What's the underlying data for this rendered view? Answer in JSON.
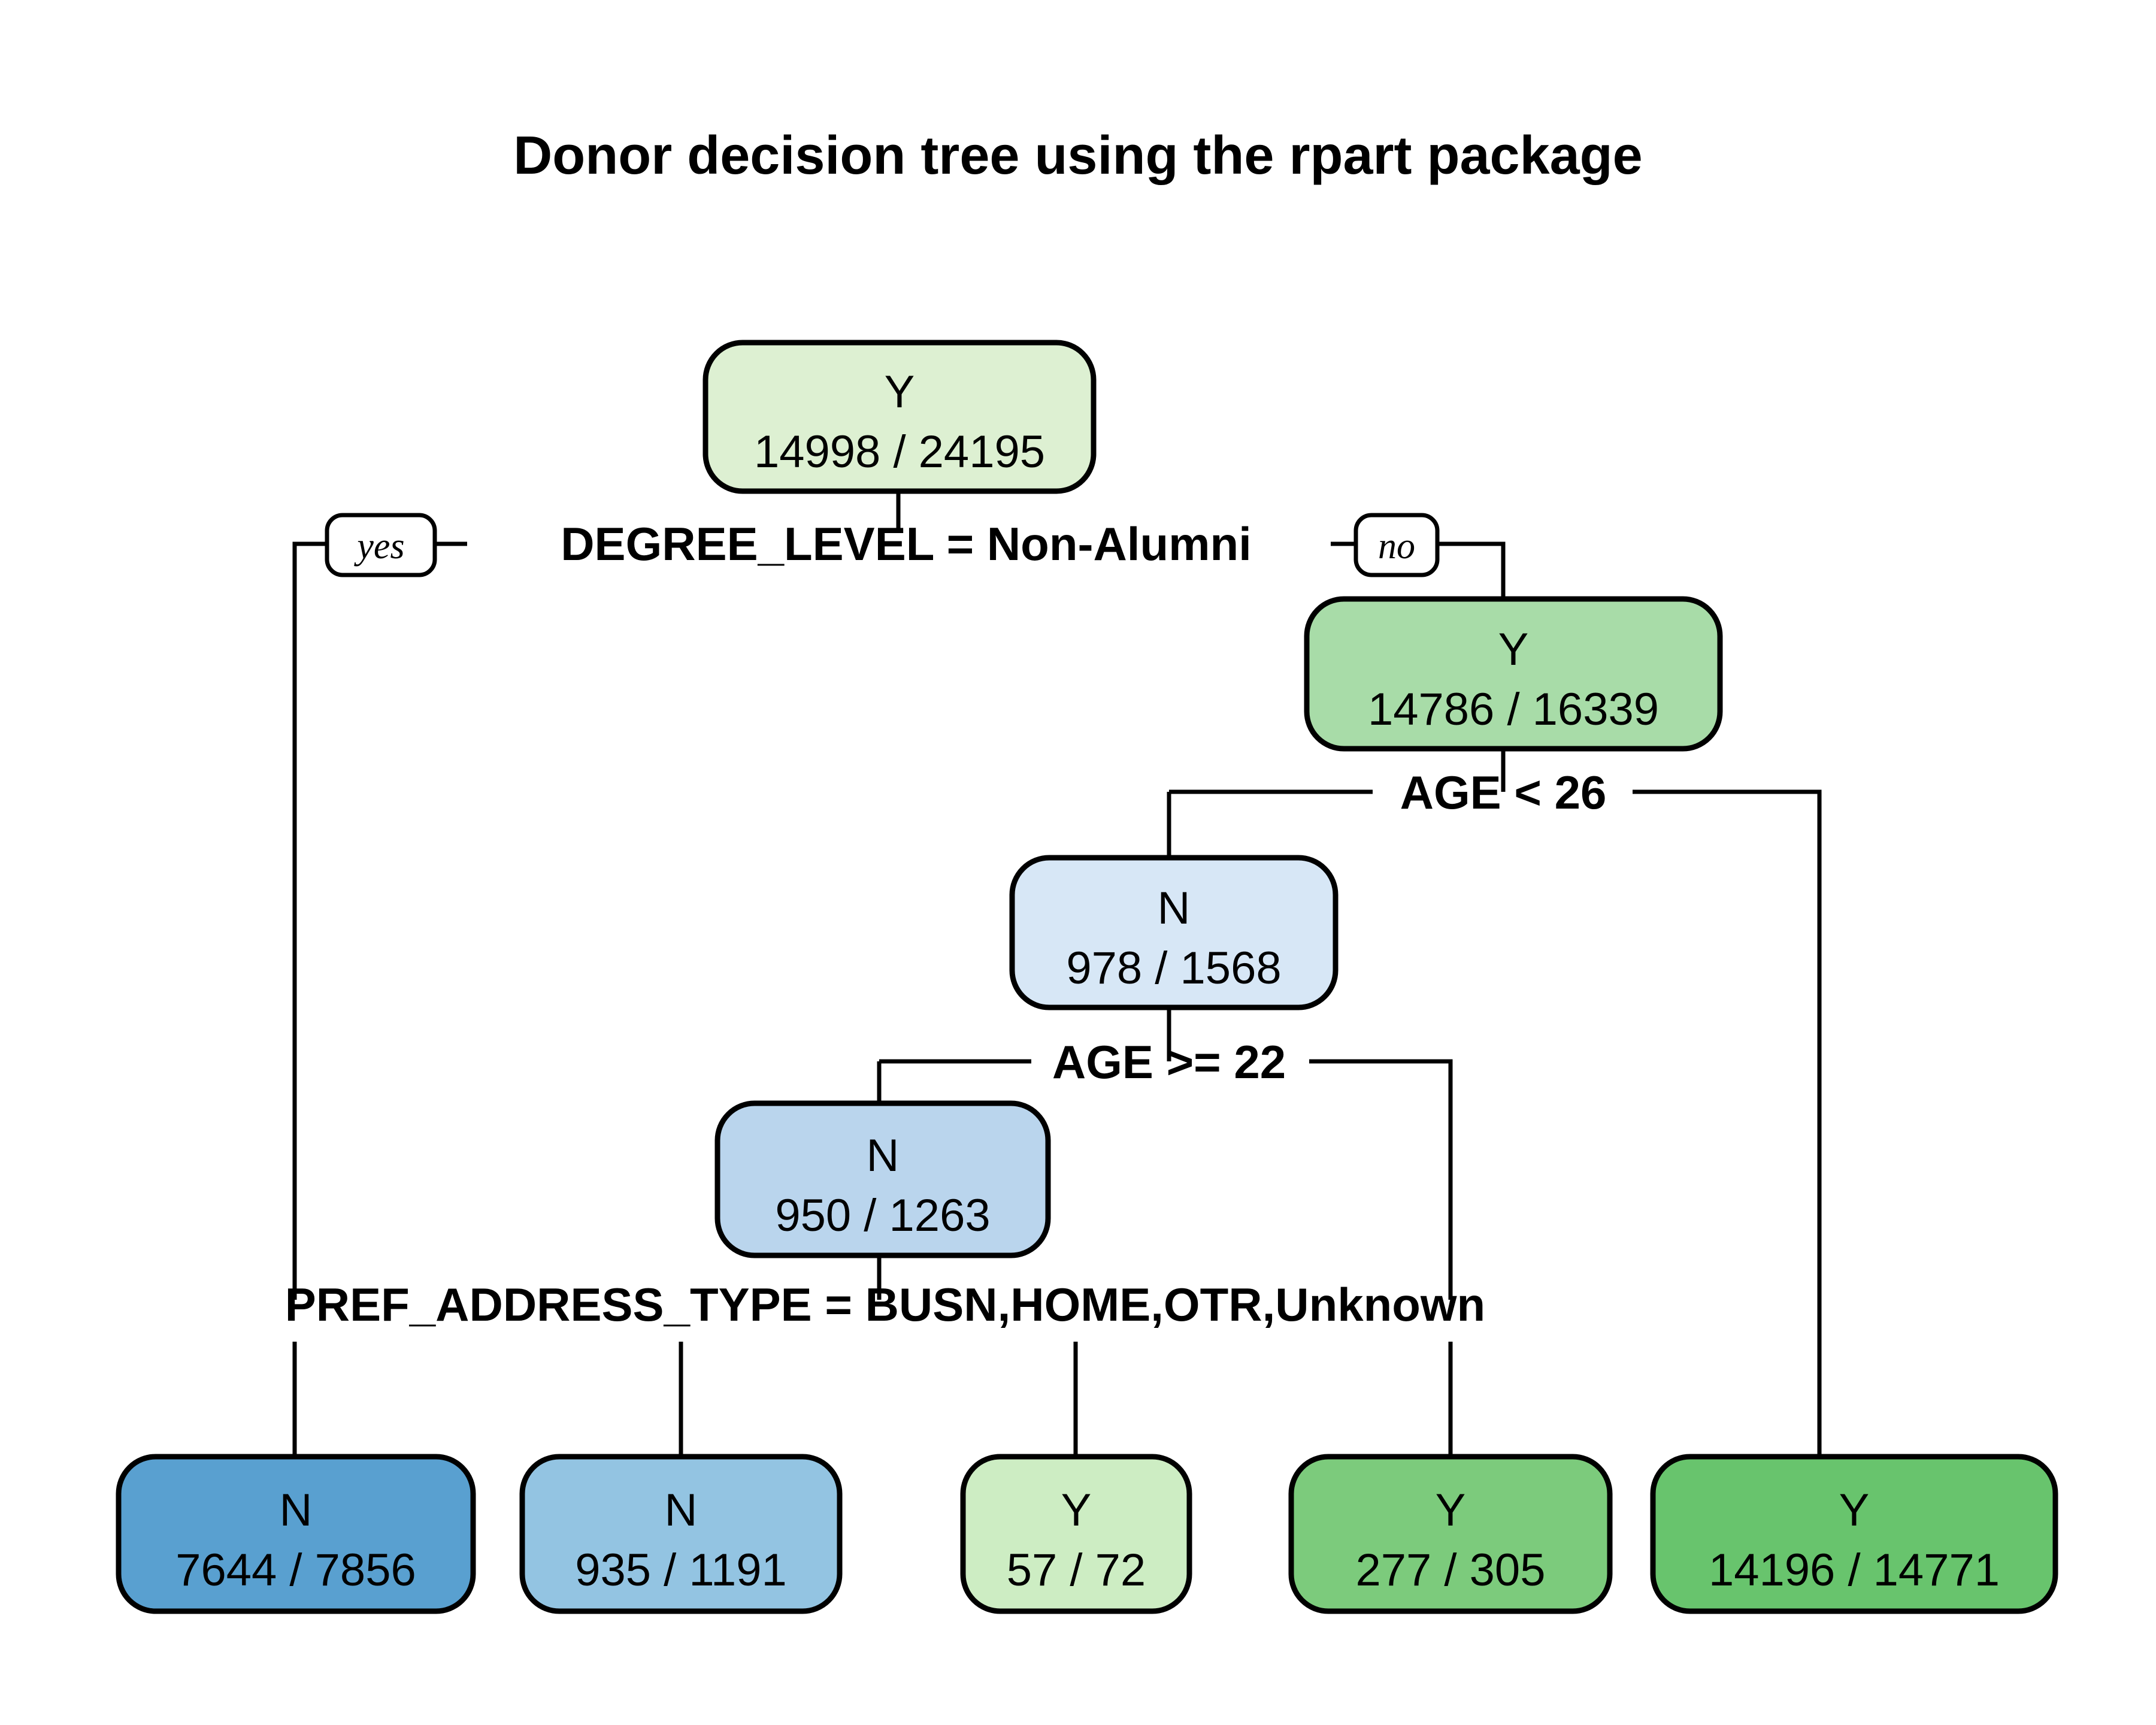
{
  "chart_data": {
    "type": "diagram",
    "title": "Donor decision tree using the rpart package",
    "diagram_kind": "decision-tree",
    "root_total": 24195,
    "nodes": [
      {
        "id": "n1",
        "class_label": "Y",
        "counts": "14998 / 24195",
        "correct": 14998,
        "total": 24195,
        "fill": "#ddf0d2",
        "role": "root"
      },
      {
        "id": "n2",
        "class_label": "Y",
        "counts": "14786 / 16339",
        "correct": 14786,
        "total": 16339,
        "fill": "#a8dca8",
        "role": "internal"
      },
      {
        "id": "n3",
        "class_label": "N",
        "counts": "978 / 1568",
        "correct": 978,
        "total": 1568,
        "fill": "#d7e7f6",
        "role": "internal"
      },
      {
        "id": "n4",
        "class_label": "N",
        "counts": "950 / 1263",
        "correct": 950,
        "total": 1263,
        "fill": "#bad5ed",
        "role": "internal"
      },
      {
        "id": "l1",
        "class_label": "N",
        "counts": "7644 / 7856",
        "correct": 7644,
        "total": 7856,
        "fill": "#59a0d0",
        "role": "leaf"
      },
      {
        "id": "l2",
        "class_label": "N",
        "counts": "935 / 1191",
        "correct": 935,
        "total": 1191,
        "fill": "#93c4e2",
        "role": "leaf"
      },
      {
        "id": "l3",
        "class_label": "Y",
        "counts": "57 / 72",
        "correct": 57,
        "total": 72,
        "fill": "#cdedc3",
        "role": "leaf"
      },
      {
        "id": "l4",
        "class_label": "Y",
        "counts": "277 / 305",
        "correct": 277,
        "total": 305,
        "fill": "#7ccb7c",
        "role": "leaf"
      },
      {
        "id": "l5",
        "class_label": "Y",
        "counts": "14196 / 14771",
        "correct": 14196,
        "total": 14771,
        "fill": "#68c46d",
        "role": "leaf"
      }
    ],
    "splits": [
      {
        "id": "s1",
        "label": "DEGREE_LEVEL = Non-Alumni",
        "yes_label": "yes",
        "no_label": "no",
        "parent": "n1",
        "yes_child": "l1",
        "no_child": "n2"
      },
      {
        "id": "s2",
        "label": "AGE < 26",
        "parent": "n2",
        "yes_child": "n3",
        "no_child": "l5"
      },
      {
        "id": "s3",
        "label": "AGE >= 22",
        "parent": "n3",
        "yes_child": "n4",
        "no_child": "l4"
      },
      {
        "id": "s4",
        "label": "PREF_ADDRESS_TYPE = BUSN,HOME,OTR,Unknown",
        "parent": "n4",
        "yes_child": "l2",
        "no_child": "l3"
      }
    ],
    "colors": {
      "background": "#ffffff",
      "outline": "#000000",
      "text": "#000000"
    }
  },
  "title": {
    "text": "Donor decision tree using the rpart package"
  },
  "nodes": {
    "root": {
      "class_label": "Y",
      "counts": "14998 / 24195"
    },
    "degree_no": {
      "class_label": "Y",
      "counts": "14786 / 16339"
    },
    "age_lt26": {
      "class_label": "N",
      "counts": "978 / 1568"
    },
    "age_ge22": {
      "class_label": "N",
      "counts": "950 / 1263"
    },
    "leaf1": {
      "class_label": "N",
      "counts": "7644 / 7856"
    },
    "leaf2": {
      "class_label": "N",
      "counts": "935 / 1191"
    },
    "leaf3": {
      "class_label": "Y",
      "counts": "57 / 72"
    },
    "leaf4": {
      "class_label": "Y",
      "counts": "277 / 305"
    },
    "leaf5": {
      "class_label": "Y",
      "counts": "14196 / 14771"
    }
  },
  "splits": {
    "degree_level": {
      "label": "DEGREE_LEVEL = Non-Alumni",
      "yes": "yes",
      "no": "no"
    },
    "age_26": {
      "label": "AGE < 26"
    },
    "age_22": {
      "label": "AGE >= 22"
    },
    "pref_address": {
      "label": "PREF_ADDRESS_TYPE = BUSN,HOME,OTR,Unknown"
    }
  }
}
